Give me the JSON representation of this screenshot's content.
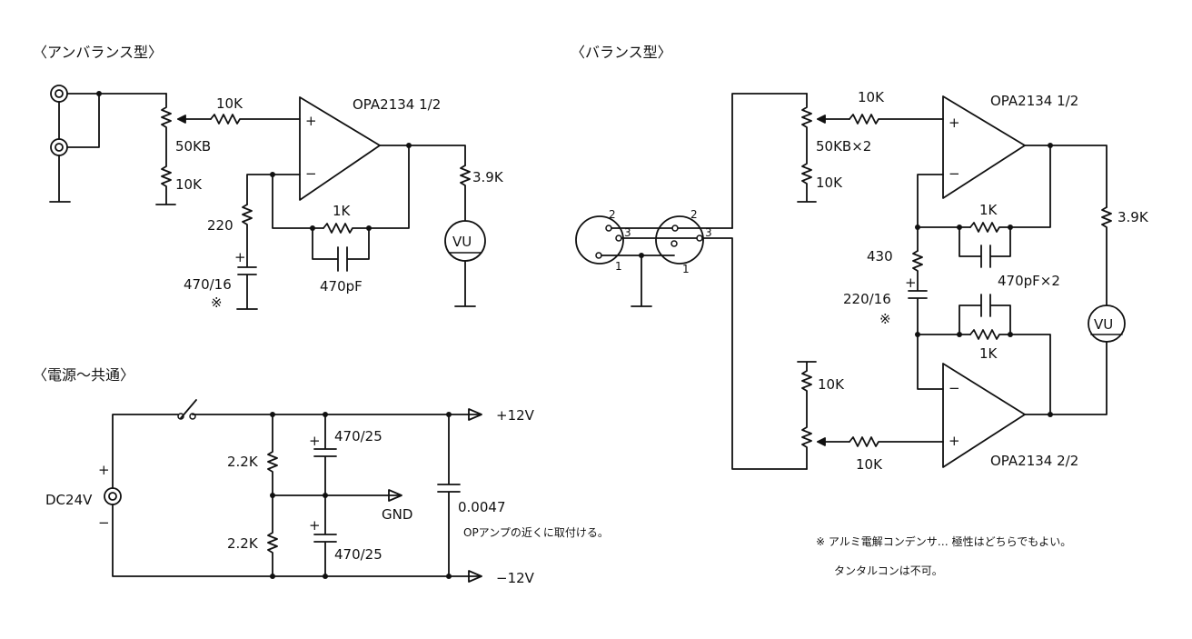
{
  "sections": {
    "unbalanced": "〈アンバランス型〉",
    "balanced": "〈バランス型〉",
    "power": "〈電源～共通〉"
  },
  "unbalanced": {
    "input_resistor": "10K",
    "pot": "50KB",
    "pot_ground_resistor": "10K",
    "opamp": "OPA2134  1/2",
    "plus": "+",
    "minus": "−",
    "meter_resistor": "3.9K",
    "meter": "VU",
    "feedback_resistor": "1K",
    "feedback_cap": "470pF",
    "ground_resistor": "220",
    "cap_plus": "+",
    "cap": "470/16",
    "note_mark": "※"
  },
  "balanced": {
    "xlr_pin_2a": "2",
    "xlr_pin_3a": "3",
    "xlr_pin_1a": "1",
    "xlr_pin_2b": "2",
    "xlr_pin_3b": "3",
    "xlr_pin_1b": "1",
    "top_input_resistor": "10K",
    "dual_pot": "50KB×2",
    "top_pot_resistor": "10K",
    "opamp_top": "OPA2134  1/2",
    "top_plus": "+",
    "top_minus": "−",
    "top_feedback_resistor": "1K",
    "dual_cap": "470pF×2",
    "meter_resistor": "3.9K",
    "meter": "VU",
    "ground_resistor": "430",
    "cap_plus": "+",
    "cap": "220/16",
    "note_mark": "※",
    "bottom_feedback_resistor": "1K",
    "bottom_pot_resistor": "10K",
    "opamp_bottom": "OPA2134   2/2",
    "bottom_minus": "−",
    "bottom_plus": "+",
    "bottom_input_resistor": "10K"
  },
  "power": {
    "dc_plus": "+",
    "dc_label": "DC24V",
    "dc_minus": "−",
    "divider_top": "2.2K",
    "divider_bottom": "2.2K",
    "cap_top_plus": "+",
    "cap_top": "470/25",
    "cap_bottom_plus": "+",
    "cap_bottom": "470/25",
    "gnd": "GND",
    "bypass_cap": "0.0047",
    "bypass_note": "OPアンプの近くに取付ける。",
    "plus_rail": "+12V",
    "minus_rail": "−12V"
  },
  "footnote": {
    "line1": "※ アルミ電解コンデンサ… 極性はどちらでもよい。",
    "line2": "タンタルコンは不可。"
  }
}
